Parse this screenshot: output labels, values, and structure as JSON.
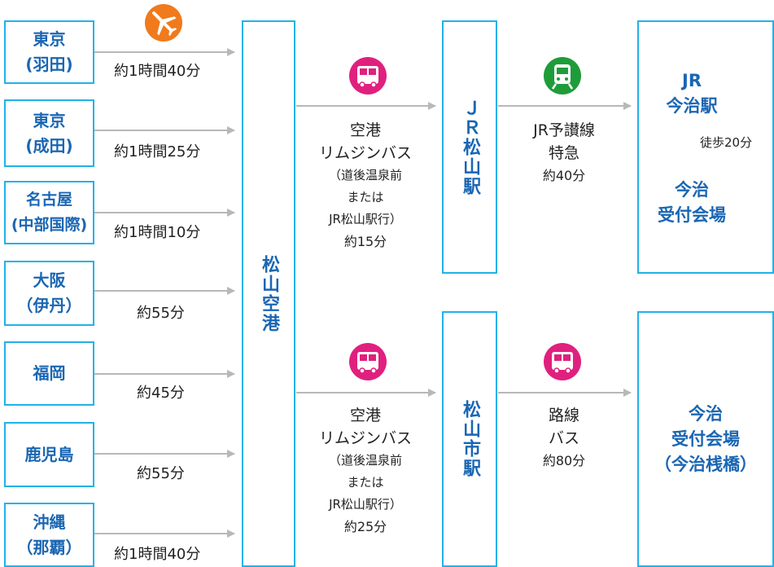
{
  "origins": [
    {
      "line1": "東京",
      "line2": "(羽田)",
      "duration": "約1時間40分"
    },
    {
      "line1": "東京",
      "line2": "(成田)",
      "duration": "約1時間25分"
    },
    {
      "line1": "名古屋",
      "line2": "(中部国際)",
      "duration": "約1時間10分"
    },
    {
      "line1": "大阪",
      "line2": "（伊丹）",
      "duration": "約55分"
    },
    {
      "line1": "福岡",
      "line2": "",
      "duration": "約45分"
    },
    {
      "line1": "鹿児島",
      "line2": "",
      "duration": "約55分"
    },
    {
      "line1": "沖縄",
      "line2": "（那覇）",
      "duration": "約1時間40分"
    }
  ],
  "airport": "松山空港",
  "routes": {
    "top": {
      "bus": {
        "line1": "空港",
        "line2": "リムジンバス",
        "line3": "（道後温泉前",
        "line4": "または",
        "line5": "JR松山駅行）",
        "time": "約15分"
      },
      "station": "ＪＲ松山駅",
      "rail": {
        "line1": "JR予讃線",
        "line2": "特急",
        "time": "約40分"
      },
      "dest_station": {
        "line1": "JR",
        "line2": "今治駅"
      },
      "walk": "徒歩20分",
      "dest": {
        "line1": "今治",
        "line2": "受付会場"
      }
    },
    "bottom": {
      "bus": {
        "line1": "空港",
        "line2": "リムジンバス",
        "line3": "（道後温泉前",
        "line4": "または",
        "line5": "JR松山駅行）",
        "time": "約25分"
      },
      "station": "松山市駅",
      "bus2": {
        "line1": "路線",
        "line2": "バス",
        "time": "約80分"
      },
      "dest": {
        "line1": "今治",
        "line2": "受付会場",
        "line3": "（今治桟橋）"
      }
    }
  },
  "icons": [
    "airplane-icon",
    "bus-icon",
    "train-icon",
    "bus-icon",
    "bus-icon"
  ],
  "colors": {
    "border": "#22b2e8",
    "text_blue": "#1a66b3",
    "plane": "#f07a1c",
    "bus": "#e0207f",
    "train": "#1f9c3a",
    "arrow": "#b8b8b8"
  }
}
